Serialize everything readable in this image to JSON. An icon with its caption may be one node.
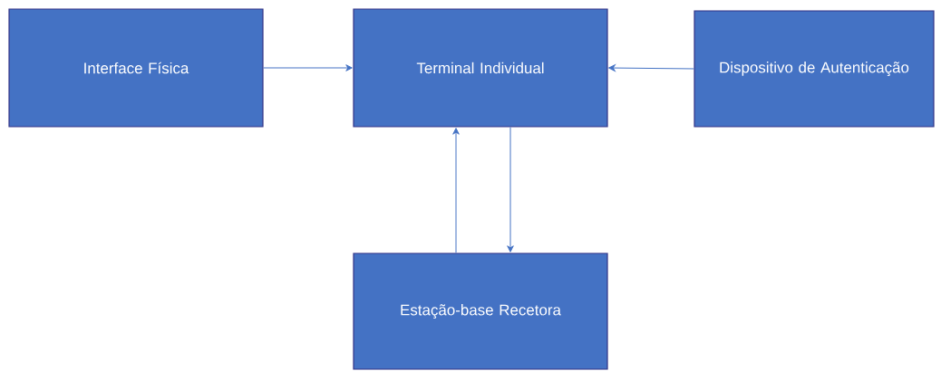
{
  "diagram": {
    "nodes": [
      {
        "text": [
          "Interface Física"
        ]
      },
      {
        "text": [
          "Terminal Individual"
        ]
      },
      {
        "text": [
          "Dispositivo de Autenticação"
        ]
      },
      {
        "text": [
          "Estação-base Recetora"
        ]
      }
    ],
    "edges": [
      {
        "from": 0,
        "to": 1,
        "arrow": "to"
      },
      {
        "from": 2,
        "to": 1,
        "arrow": "to"
      },
      {
        "from": 3,
        "to": 1,
        "arrow": "to"
      },
      {
        "from": 1,
        "to": 3,
        "arrow": "to"
      }
    ]
  }
}
